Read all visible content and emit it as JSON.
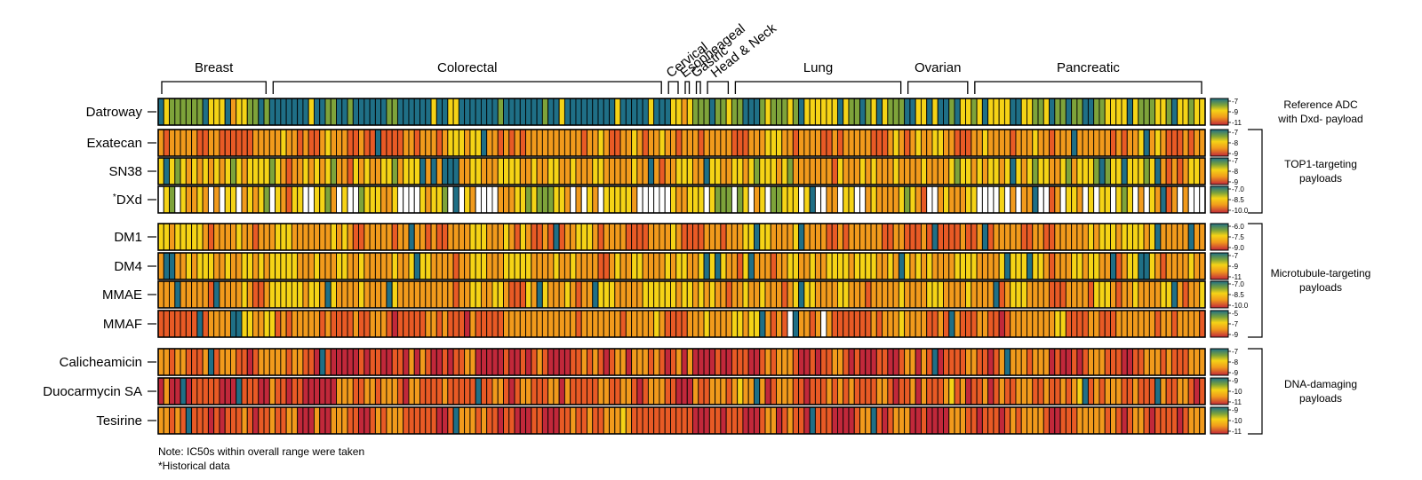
{
  "chart_data": {
    "type": "heatmap",
    "title": "",
    "n_columns": 188,
    "groups": [
      {
        "name": "Breast",
        "start": 0,
        "end": 19
      },
      {
        "name": "Colorectal",
        "start": 20,
        "end": 90
      },
      {
        "name": "Cervical",
        "start": 91,
        "end": 93
      },
      {
        "name": "Esopheageal",
        "start": 94,
        "end": 95
      },
      {
        "name": "Gastric",
        "start": 96,
        "end": 97
      },
      {
        "name": "Head & Neck",
        "start": 98,
        "end": 102
      },
      {
        "name": "Lung",
        "start": 103,
        "end": 133
      },
      {
        "name": "Ovarian",
        "start": 134,
        "end": 145
      },
      {
        "name": "Pancreatic",
        "start": 146,
        "end": 187
      }
    ],
    "rows": [
      {
        "name": "Datroway",
        "ticks": [
          "-7",
          "-9",
          "-11"
        ]
      },
      {
        "name": "Exatecan",
        "ticks": [
          "-7",
          "-8",
          "-9"
        ]
      },
      {
        "name": "SN38",
        "ticks": [
          "-7",
          "-8",
          "-9"
        ]
      },
      {
        "name": "DXd",
        "prefix": "*",
        "ticks": [
          "-7.0",
          "-8.5",
          "-10.0"
        ]
      },
      {
        "name": "DM1",
        "ticks": [
          "-6.0",
          "-7.5",
          "-9.0"
        ]
      },
      {
        "name": "DM4",
        "ticks": [
          "-7",
          "-9",
          "-11"
        ]
      },
      {
        "name": "MMAE",
        "ticks": [
          "-7.0",
          "-8.5",
          "-10.0"
        ]
      },
      {
        "name": "MMAF",
        "ticks": [
          "-5",
          "-7",
          "-9"
        ]
      },
      {
        "name": "Calicheamicin",
        "ticks": [
          "-7",
          "-8",
          "-9"
        ]
      },
      {
        "name": "Duocarmycin SA",
        "ticks": [
          "-9",
          "-10",
          "-11"
        ]
      },
      {
        "name": "Tesirine",
        "ticks": [
          "-9",
          "-10",
          "-11"
        ]
      }
    ],
    "row_blocks": [
      {
        "rows": [
          0
        ],
        "label": [
          "Reference ADC",
          "with Dxd- payload"
        ],
        "bracket": false
      },
      {
        "rows": [
          1,
          2,
          3
        ],
        "label": [
          "TOP1-targeting",
          "payloads"
        ],
        "bracket": true
      },
      {
        "rows": [
          4,
          5,
          6,
          7
        ],
        "label": [
          "Microtubule-targeting",
          "payloads"
        ],
        "bracket": true
      },
      {
        "rows": [
          8,
          9,
          10
        ],
        "label": [
          "DNA-damaging",
          "payloads"
        ],
        "bracket": true
      }
    ],
    "colormap": [
      "#1f6f86",
      "#7ea33a",
      "#f5d316",
      "#f19a1c",
      "#e85a25",
      "#c1283a"
    ],
    "missing_color": "#ffffff",
    "value_scale": "0 = most sensitive (teal) to 1 = most resistant (red), normalized per payload row",
    "profiles": [
      {
        "row": 0,
        "base": 0.25,
        "var": 0.3,
        "teal": 0.28,
        "missing": 0,
        "seed": 11
      },
      {
        "row": 1,
        "base": 0.6,
        "var": 0.3,
        "teal": 0.03,
        "missing": 0,
        "seed": 23
      },
      {
        "row": 2,
        "base": 0.45,
        "var": 0.35,
        "teal": 0.05,
        "missing": 0,
        "seed": 37
      },
      {
        "row": 3,
        "base": 0.42,
        "var": 0.35,
        "teal": 0.04,
        "missing": 0.3,
        "seed": 41
      },
      {
        "row": 4,
        "base": 0.55,
        "var": 0.3,
        "teal": 0.04,
        "missing": 0,
        "seed": 53
      },
      {
        "row": 5,
        "base": 0.5,
        "var": 0.3,
        "teal": 0.05,
        "missing": 0,
        "seed": 67
      },
      {
        "row": 6,
        "base": 0.52,
        "var": 0.3,
        "teal": 0.04,
        "missing": 0,
        "seed": 71
      },
      {
        "row": 7,
        "base": 0.62,
        "var": 0.3,
        "teal": 0.03,
        "missing": 0.01,
        "seed": 83
      },
      {
        "row": 8,
        "base": 0.75,
        "var": 0.35,
        "teal": 0.03,
        "missing": 0.005,
        "seed": 97
      },
      {
        "row": 9,
        "base": 0.7,
        "var": 0.35,
        "teal": 0.03,
        "missing": 0,
        "seed": 101
      },
      {
        "row": 10,
        "base": 0.72,
        "var": 0.35,
        "teal": 0.02,
        "missing": 0,
        "seed": 113
      }
    ]
  },
  "notes": {
    "note1": "Note: IC50s within overall range were taken",
    "note2": "*Historical data"
  }
}
